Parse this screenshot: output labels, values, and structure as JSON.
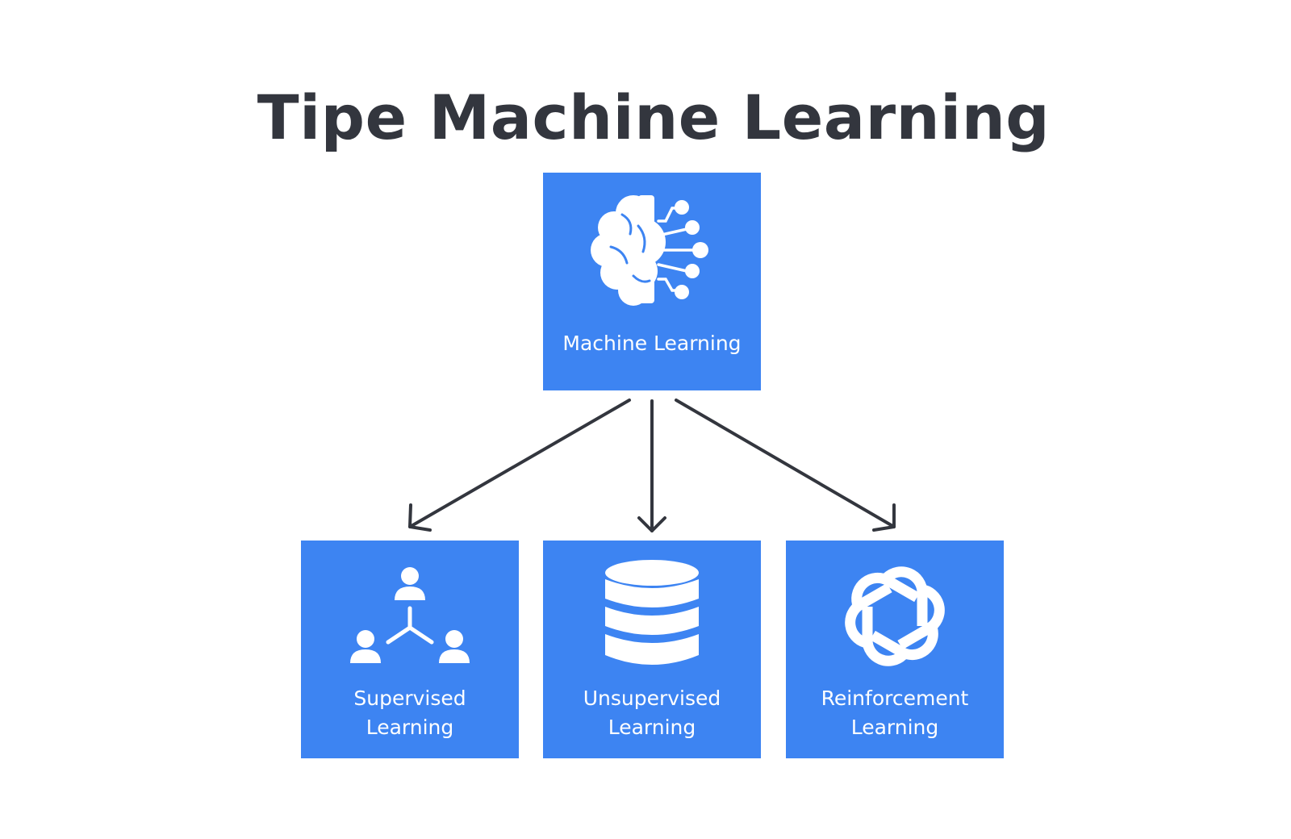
{
  "title": "Tipe Machine Learning",
  "colors": {
    "box": "#3d84f2",
    "title": "#33363e",
    "arrow": "#33363e",
    "icon": "#ffffff"
  },
  "root": {
    "label": "Machine Learning",
    "icon": "brain-circuit-icon"
  },
  "children": [
    {
      "label_line1": "Supervised",
      "label_line2": "Learning",
      "icon": "network-people-icon"
    },
    {
      "label_line1": "Unsupervised",
      "label_line2": "Learning",
      "icon": "database-icon"
    },
    {
      "label_line1": "Reinforcement",
      "label_line2": "Learning",
      "icon": "knot-icon"
    }
  ]
}
